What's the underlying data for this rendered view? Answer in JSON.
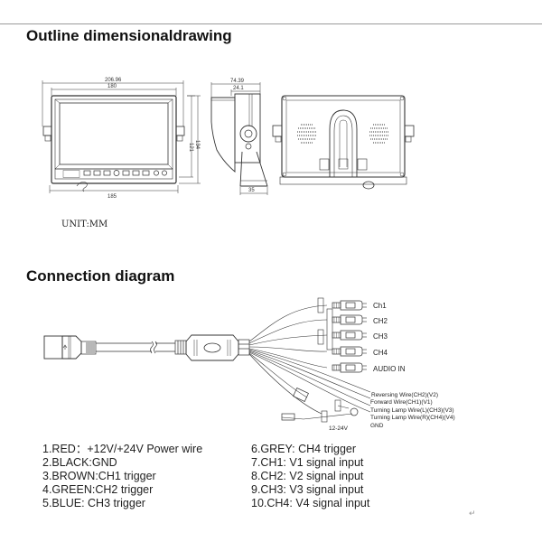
{
  "outline": {
    "title": "Outline dimensionaldrawing",
    "front_view": {
      "overall_width": "206.96",
      "bezel_width": "180",
      "bottom_width": "185",
      "height_inner": "121",
      "height_outer": "134"
    },
    "side_view": {
      "depth": "74.39",
      "body_depth": "24.1",
      "base_width": "35"
    },
    "unit_label": "UNIT:MM"
  },
  "connection": {
    "title": "Connection diagram",
    "rca_connectors": [
      {
        "label": "Ch1"
      },
      {
        "label": "CH2"
      },
      {
        "label": "CH3"
      },
      {
        "label": "CH4"
      },
      {
        "label": "AUDIO IN"
      }
    ],
    "wires": [
      {
        "label": "Reversing Wire(CH2)(V2)"
      },
      {
        "label": "Forward Wire(CH1)(V1)"
      },
      {
        "label": "Turning Lamp Wire(L)(CH3)(V3)"
      },
      {
        "label": "Turning Lamp Wire(R)(CH4)(V4)"
      },
      {
        "label": "GND"
      }
    ],
    "power_label": "12-24V"
  },
  "legend": {
    "left": [
      "1.RED：+12V/+24V Power wire",
      "2.BLACK:GND",
      "3.BROWN:CH1 trigger",
      "4.GREEN:CH2 trigger",
      "5.BLUE: CH3 trigger"
    ],
    "right": [
      "6.GREY: CH4 trigger",
      "7.CH1: V1 signal input",
      "8.CH2: V2 signal input",
      "9.CH3: V3 signal input",
      "10.CH4: V4 signal input"
    ]
  },
  "return_mark": "↵"
}
